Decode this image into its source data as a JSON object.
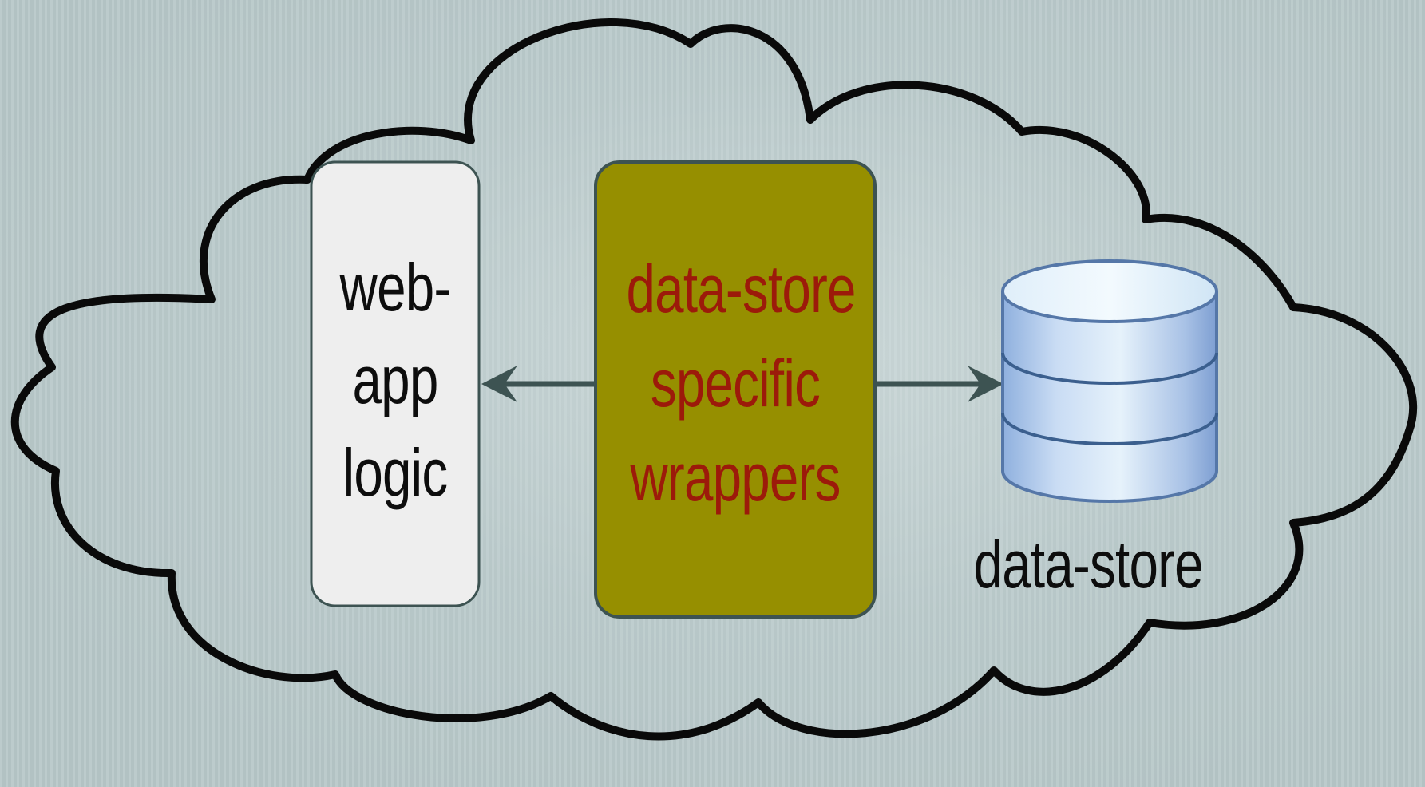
{
  "webapp_box": {
    "lines": [
      "web-",
      "app",
      "logic"
    ]
  },
  "wrappers_box": {
    "lines": [
      "data-store",
      "specific",
      "wrappers"
    ]
  },
  "datastore": {
    "label": "data-store",
    "icon": "database-icon"
  },
  "colors": {
    "cloud_outline": "#0a0a0a",
    "webapp_fill": "#eeeeee",
    "wrappers_fill": "#968f00",
    "wrappers_text": "#9c1a0a",
    "box_border": "#3d5352",
    "arrow": "#3d5352",
    "database_fill": "#a9c2e6",
    "database_stroke": "#5577a8"
  }
}
